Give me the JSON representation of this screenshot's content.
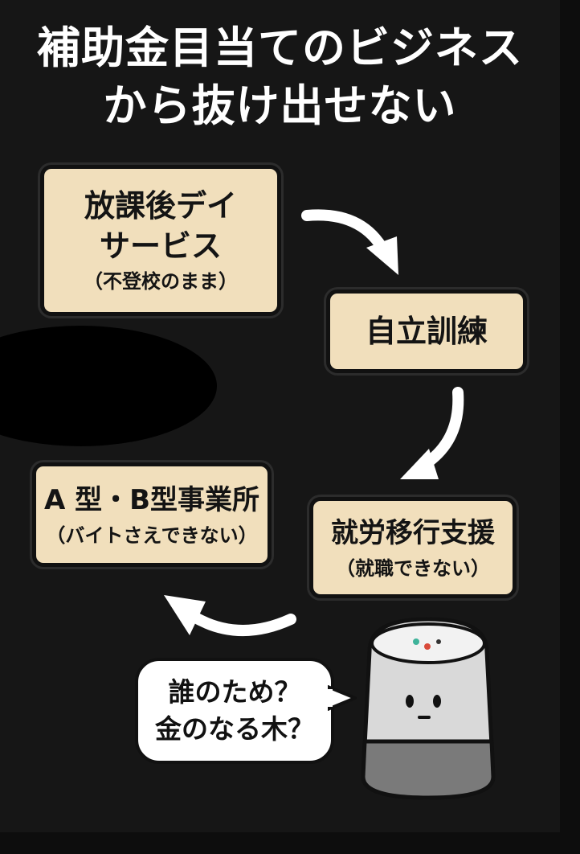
{
  "title": {
    "line1": "補助金目当てのビジネス",
    "line2": "から抜け出せない"
  },
  "boxes": {
    "afterschool": {
      "line1": "放課後デイ",
      "line2": "サービス",
      "note": "（不登校のまま）"
    },
    "jiritsu": {
      "label": "自立訓練"
    },
    "shuro": {
      "label": "就労移行支援",
      "note": "（就職できない）"
    },
    "ab": {
      "label": "A 型・B型事業所",
      "note": "（バイトさえできない）"
    }
  },
  "bubble": {
    "line1": "誰のため？",
    "line2": "金のなる木？"
  },
  "flow": [
    "afterschool",
    "jiritsu",
    "shuro",
    "ab"
  ],
  "colors": {
    "background": "#161616",
    "box_fill": "#f1dfbc",
    "title_text": "#ffffff",
    "arrow": "#ffffff"
  },
  "icons": [
    "curved-arrow-icon",
    "smart-speaker-icon",
    "speech-bubble-icon"
  ]
}
